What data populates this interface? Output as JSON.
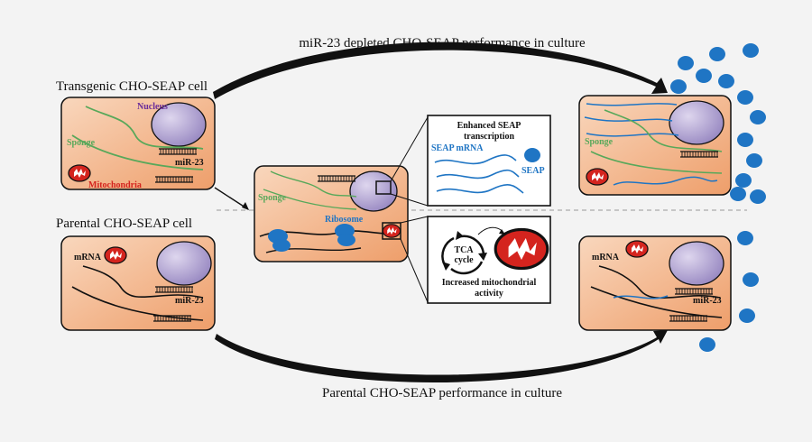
{
  "arrows": {
    "top_label": "miR-23 depleted CHO-SEAP performance in culture",
    "bottom_label": "Parental CHO-SEAP performance in culture"
  },
  "cells": {
    "transgenic_title": "Transgenic CHO-SEAP cell",
    "parental_title": "Parental CHO-SEAP cell"
  },
  "labels": {
    "nucleus": "Nucleus",
    "sponge": "Sponge",
    "mir23": "miR-23",
    "mitochondria": "Mitochondria",
    "mrna": "mRNA",
    "ribosome": "Ribosome",
    "seap_mrna": "SEAP mRNA",
    "seap": "SEAP",
    "tca_line1": "TCA",
    "tca_line2": "cycle"
  },
  "boxes": {
    "transcription_line1": "Enhanced SEAP",
    "transcription_line2": "transcription",
    "mito_line1": "Increased mitochondrial",
    "mito_line2": "activity"
  },
  "colors": {
    "cell_fill": "#f0a878",
    "cell_fill_light": "#f8d2b4",
    "nucleus_fill": "#a99bc8",
    "sponge": "#58a85a",
    "seap_blue": "#1f75c4",
    "mito_red": "#d4241e",
    "nucleus_label": "#6a2d9a"
  }
}
